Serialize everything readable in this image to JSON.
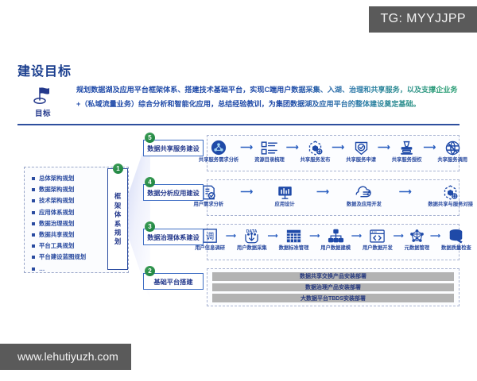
{
  "overlay": {
    "tg_badge": "TG: MYYJJPP",
    "watermark": "www.lehutiyuzh.com"
  },
  "header": {
    "title": "建设目标",
    "goal_icon_name": "flag-goal-icon",
    "goal_icon_label": "目标",
    "goal_text": "规划数据湖及应用平台框架体系、搭建技术基础平台，实现C端用户数据采集、入湖、治理和共享服务，以及支撑企业务+（私域流量业务）综合分析和智能化应用，总结经验教训，为集团数据湖及应用平台的整体建设奠定基础。"
  },
  "framework": {
    "vertical_label": [
      "框",
      "架",
      "体",
      "系",
      "规",
      "划"
    ],
    "node": "1",
    "items": [
      "总体架构规划",
      "数据架构规划",
      "技术架构规划",
      "应用体系规划",
      "数据治理规划",
      "数据共享规划",
      "平台工具规划",
      "平台建设蓝图规划",
      "…"
    ]
  },
  "stages": [
    {
      "node": "5",
      "label": "数据共享服务建设",
      "steps": [
        {
          "label": "共享服务需求分析",
          "icon": "users-network-circle-icon"
        },
        {
          "label": "资源目录梳理",
          "icon": "catalog-list-icon"
        },
        {
          "label": "共享服务发布",
          "icon": "cube-publish-icon"
        },
        {
          "label": "共享服务申请",
          "icon": "shield-check-icon"
        },
        {
          "label": "共享服务授权",
          "icon": "stamp-icon"
        },
        {
          "label": "共享服务调用",
          "icon": "globe-call-icon"
        }
      ]
    },
    {
      "node": "4",
      "label": "数据分析应用建设",
      "steps": [
        {
          "label": "用户需求分析",
          "icon": "document-check-icon"
        },
        {
          "label": "应用设计",
          "icon": "bar-chart-board-icon"
        },
        {
          "label": "数据及应用开发",
          "icon": "cloud-dev-icon"
        },
        {
          "label": "数据共享与服务对接",
          "icon": "cube-connect-icon"
        }
      ]
    },
    {
      "node": "3",
      "label": "数据治理体系建设",
      "steps": [
        {
          "label": "用户信息调研",
          "icon": "survey-diao-icon"
        },
        {
          "label": "用户数据采集",
          "icon": "data-collect-icon"
        },
        {
          "label": "数据标准管理",
          "icon": "table-grid-icon"
        },
        {
          "label": "用户数据建模",
          "icon": "model-tree-icon"
        },
        {
          "label": "用户数据开发",
          "icon": "code-window-icon"
        },
        {
          "label": "元数据管理",
          "icon": "node-graph-icon"
        },
        {
          "label": "数据质量检查",
          "icon": "database-wrench-icon"
        }
      ]
    },
    {
      "node": "2",
      "label": "基础平台搭建",
      "bars": [
        "数据共享交换产品安装部署",
        "数据治理产品安装部署",
        "大数据平台TBDS安装部署"
      ]
    }
  ],
  "colors": {
    "brand_blue": "#24398c",
    "accent_blue": "#2a4ba0",
    "node_green": "#19823f",
    "bar_gray": "#b3b3b3",
    "overlay_gray": "#5a5a5a"
  }
}
